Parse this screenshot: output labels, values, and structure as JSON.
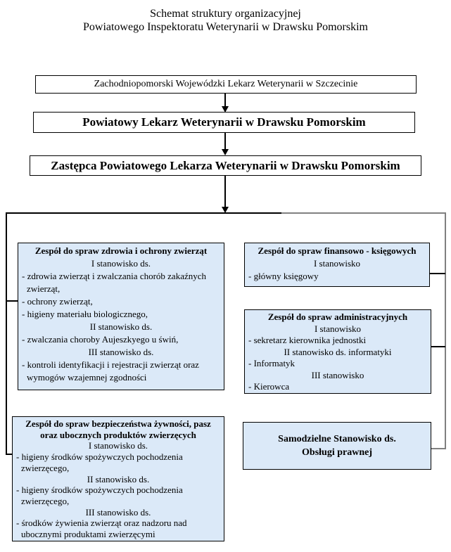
{
  "title": {
    "line1": "Schemat struktury organizacyjnej",
    "line2": "Powiatowego Inspektoratu Weterynarii w Drawsku Pomorskim"
  },
  "hierarchy": {
    "level1": "Zachodniopomorski Wojewódzki Lekarz Weterynarii w Szczecinie",
    "level2": "Powiatowy Lekarz Weterynarii w Drawsku Pomorskim",
    "level3": "Zastępca Powiatowego Lekarza Weterynarii w Drawsku Pomorskim"
  },
  "teams": {
    "health": {
      "title": "Zespół do spraw zdrowia i ochrony zwierząt",
      "lines": [
        "I stanowisko ds.",
        "- zdrowia zwierząt i zwalczania chorób zakaźnych zwierząt,",
        "- ochrony zwierząt,",
        "- higieny materiału biologicznego,",
        "II stanowisko ds.",
        "- zwalczania choroby Aujeszkyego u świń,",
        "III stanowisko ds.",
        "- kontroli identyfikacji i rejestracji zwierząt oraz wymogów wzajemnej zgodności"
      ]
    },
    "finance": {
      "title": "Zespół do spraw finansowo - księgowych",
      "lines": [
        "I stanowisko",
        "- główny księgowy"
      ]
    },
    "admin": {
      "title": "Zespół do spraw administracyjnych",
      "lines": [
        "I stanowisko",
        "- sekretarz kierownika jednostki",
        "II stanowisko ds. informatyki",
        "- Informatyk",
        "III stanowisko",
        "- Kierowca"
      ]
    },
    "food": {
      "title_line1": "Zespół do spraw bezpieczeństwa żywności, pasz",
      "title_line2": "oraz ubocznych produktów zwierzęcych",
      "lines": [
        "I stanowisko ds.",
        "- higieny środków spożywczych pochodzenia zwierzęcego,",
        "II stanowisko ds.",
        "- higieny środków spożywczych pochodzenia zwierzęcego,",
        "III stanowisko ds.",
        "- środków żywienia zwierząt oraz nadzoru nad ubocznymi produktami zwierzęcymi"
      ]
    },
    "legal": {
      "title_line1": "Samodzielne Stanowisko ds.",
      "title_line2": "Obsługi prawnej"
    }
  },
  "colors": {
    "team_box_fill": "#dbe9f8",
    "box_border": "#000000",
    "connector_black": "#000000",
    "connector_gray": "#808080",
    "background": "#ffffff"
  }
}
